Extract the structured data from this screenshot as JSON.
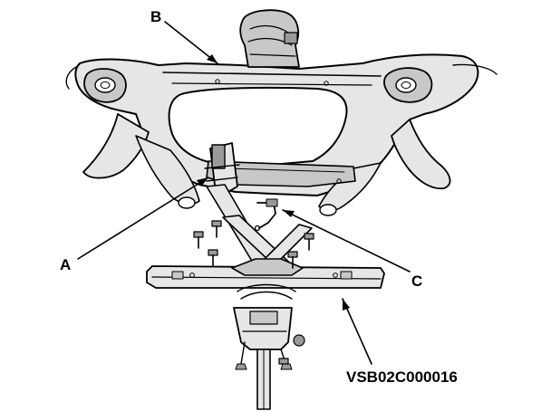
{
  "callouts": {
    "a": "A",
    "b": "B",
    "c": "C"
  },
  "reference_code": "VSB02C000016",
  "colors": {
    "ink": "#000000",
    "shade_light": "#e6e6e6",
    "shade_mid": "#c8c8c8",
    "shade_dark": "#9a9a9a",
    "background": "#ffffff"
  }
}
